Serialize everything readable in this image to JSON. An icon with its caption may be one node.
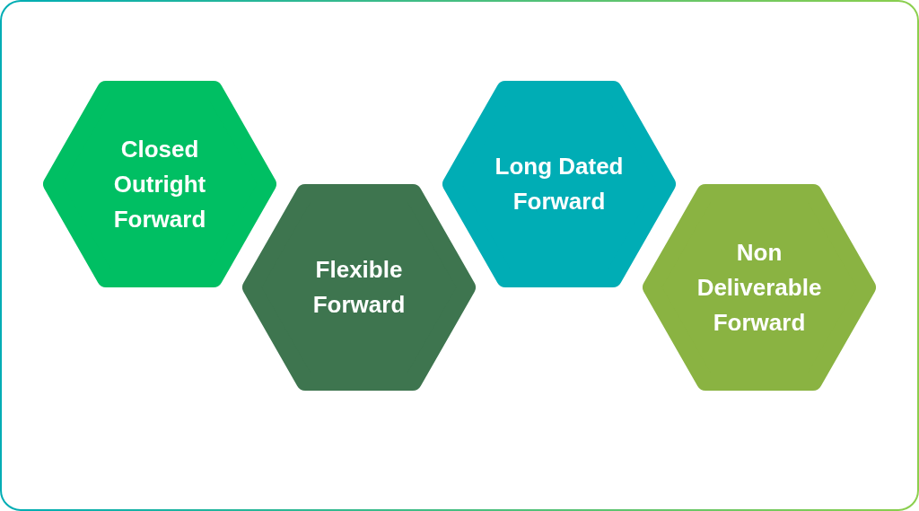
{
  "diagram": {
    "nodes": [
      {
        "text": [
          "Closed Outright Forward"
        ]
      },
      {
        "text": [
          "Flexible Forward"
        ]
      },
      {
        "text": [
          "Long Dated Forward"
        ]
      },
      {
        "text": [
          "Non Deliverable Forward"
        ]
      }
    ]
  }
}
